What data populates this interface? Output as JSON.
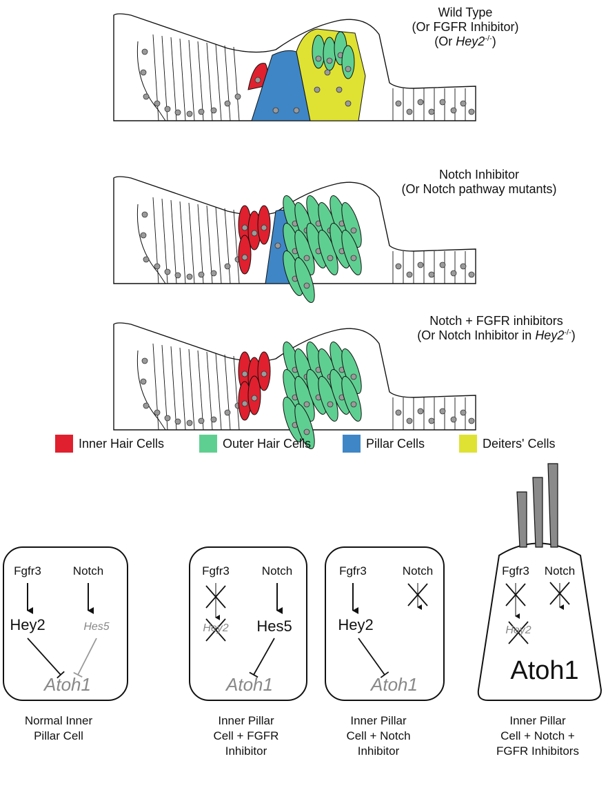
{
  "panels": [
    {
      "title": "Wild Type",
      "sub1_prefix": "(Or FGFR Inhibitor)",
      "sub2_prefix": "(Or ",
      "sub2_gene": "Hey2",
      "sub2_sup": "-/-",
      "sub2_suffix": ")"
    },
    {
      "title": "Notch Inhibitor",
      "sub1_prefix": "(Or Notch pathway mutants)"
    },
    {
      "title": "Notch + FGFR inhibitors",
      "sub1_prefix": "(Or Notch Inhibitor in ",
      "sub1_gene": "Hey2",
      "sub1_sup": "-/-",
      "sub1_suffix": ")"
    }
  ],
  "legend": [
    {
      "label": "Inner Hair Cells",
      "color": "#e0202e"
    },
    {
      "label": "Outer Hair Cells",
      "color": "#5fcf91"
    },
    {
      "label": "Pillar Cells",
      "color": "#3f86c6"
    },
    {
      "label": "Deiters' Cells",
      "color": "#dfe233"
    }
  ],
  "cells": [
    {
      "left_signal": "Fgfr3",
      "right_signal": "Notch",
      "left_target": "Hey2",
      "right_target": "Hes5",
      "output": "Atoh1",
      "caption": [
        "Normal Inner",
        "Pillar Cell"
      ]
    },
    {
      "left_signal": "Fgfr3",
      "right_signal": "Notch",
      "left_target": "Hey2",
      "right_target": "Hes5",
      "output": "Atoh1",
      "caption": [
        "Inner Pillar",
        "Cell + FGFR",
        "Inhibitor"
      ]
    },
    {
      "left_signal": "Fgfr3",
      "right_signal": "Notch",
      "left_target": "Hey2",
      "output": "Atoh1",
      "caption": [
        "Inner Pillar",
        "Cell + Notch",
        "Inhibitor"
      ]
    },
    {
      "left_signal": "Fgfr3",
      "right_signal": "Notch",
      "left_target": "Hey2",
      "output": "Atoh1",
      "caption": [
        "Inner Pillar",
        "Cell + Notch +",
        "FGFR Inhibitors"
      ]
    }
  ]
}
